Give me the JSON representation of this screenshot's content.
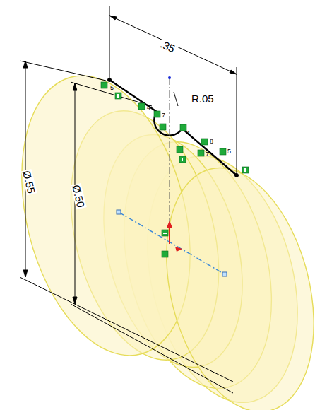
{
  "diagram": {
    "labels": [
      ".35",
      "R.05",
      "Ø.55",
      "Ø.50",
      "5",
      "4",
      "7",
      "4",
      "8",
      "7",
      "5"
    ]
  }
}
